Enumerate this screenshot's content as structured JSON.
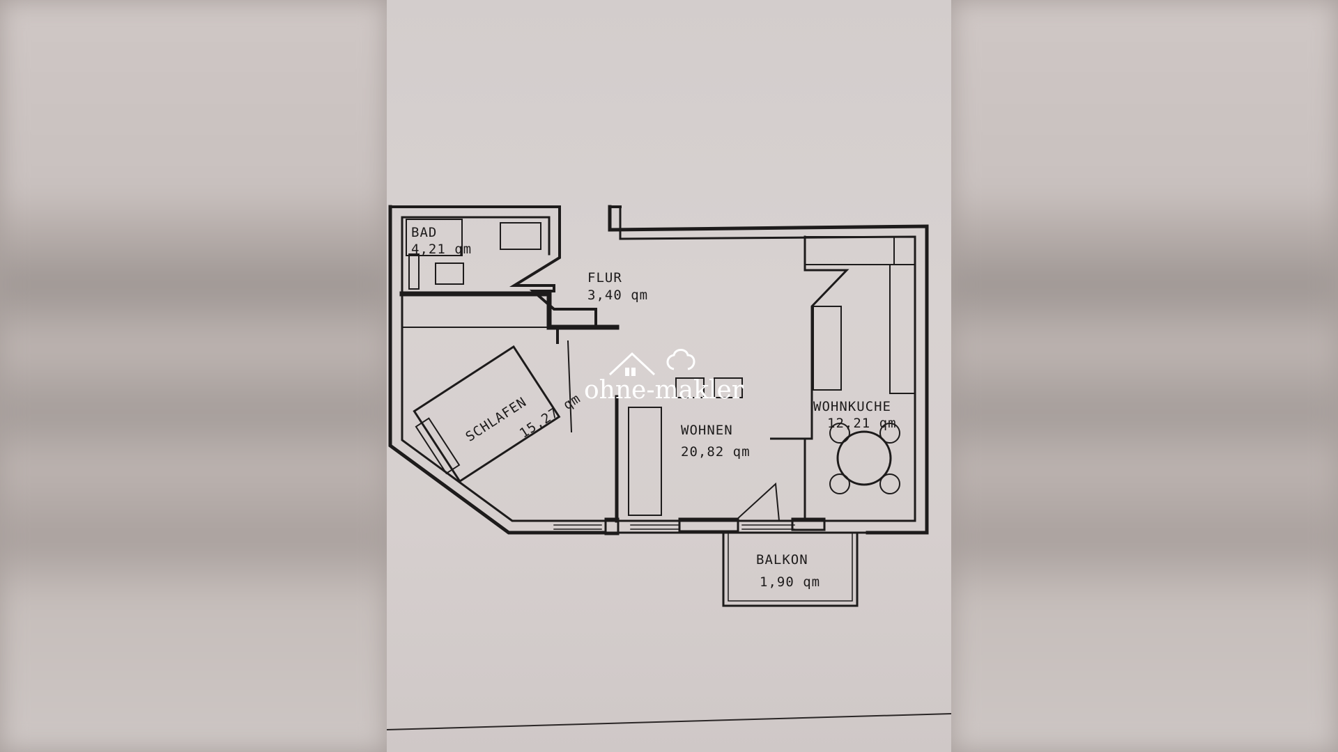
{
  "floorplan": {
    "rooms": {
      "bad": {
        "name": "BAD",
        "area": "4,21 qm"
      },
      "flur": {
        "name": "FLUR",
        "area": "3,40 qm"
      },
      "schlafen": {
        "name": "SCHLAFEN",
        "area": "15,27 qm"
      },
      "wohnen": {
        "name": "WOHNEN",
        "area": "20,82 qm"
      },
      "wohnkueche": {
        "name": "WOHNKUCHE",
        "area": "12,21 qm"
      },
      "balkon": {
        "name": "BALKON",
        "area": "1,90 qm"
      }
    }
  },
  "watermark": {
    "text": "ohne-makler"
  },
  "colors": {
    "ink": "#1d1b1b",
    "paper": "#d6cfce",
    "background": "#a89f9c"
  }
}
